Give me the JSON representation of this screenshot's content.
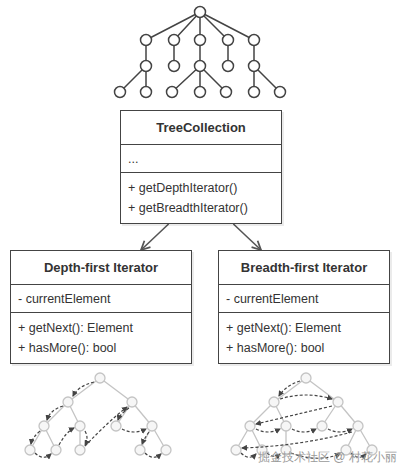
{
  "diagram": {
    "nodes": [
      {
        "text": [
          "TreeCollection",
          "...",
          "+ getDepthIterator()",
          "+ getBreadthIterator()"
        ]
      },
      {
        "text": [
          "Depth-first Iterator",
          "- currentElement",
          "+ getNext(): Element",
          "+ hasMore(): bool"
        ]
      },
      {
        "text": [
          "Breadth-first Iterator",
          "- currentElement",
          "+ getNext(): Element",
          "+ hasMore(): bool"
        ]
      }
    ],
    "edges": [
      {
        "from": 0,
        "to": 1,
        "arrow": "to"
      },
      {
        "from": 0,
        "to": 2,
        "arrow": "to"
      }
    ],
    "labels": [
      "掘金技术社区 @ 村花小丽"
    ]
  }
}
